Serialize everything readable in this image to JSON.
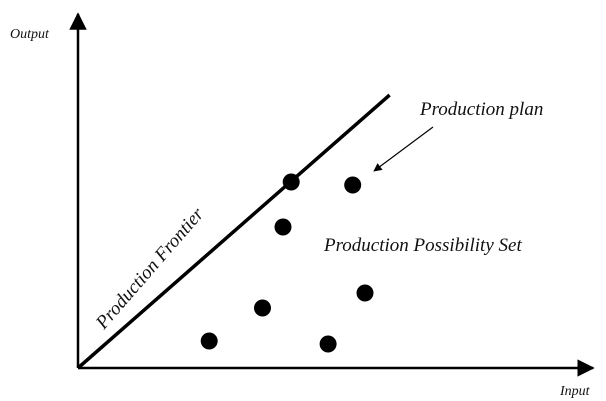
{
  "axes": {
    "y_label": "Output",
    "x_label": "Input"
  },
  "labels": {
    "frontier": "Production Frontier",
    "plan": "Production plan",
    "possibility_set": "Production Possibility Set"
  },
  "chart_data": {
    "type": "scatter",
    "points": [
      {
        "x": 0.52,
        "y": 0.62
      },
      {
        "x": 0.67,
        "y": 0.61
      },
      {
        "x": 0.5,
        "y": 0.47
      },
      {
        "x": 0.7,
        "y": 0.25
      },
      {
        "x": 0.45,
        "y": 0.2
      },
      {
        "x": 0.32,
        "y": 0.09
      },
      {
        "x": 0.61,
        "y": 0.08
      }
    ],
    "frontier_line": {
      "x0": 0,
      "y0": 0,
      "x1": 0.76,
      "y1": 0.91
    },
    "plan_arrow_target_index": 1
  },
  "colors": {
    "ink": "#000000",
    "background": "#ffffff"
  }
}
